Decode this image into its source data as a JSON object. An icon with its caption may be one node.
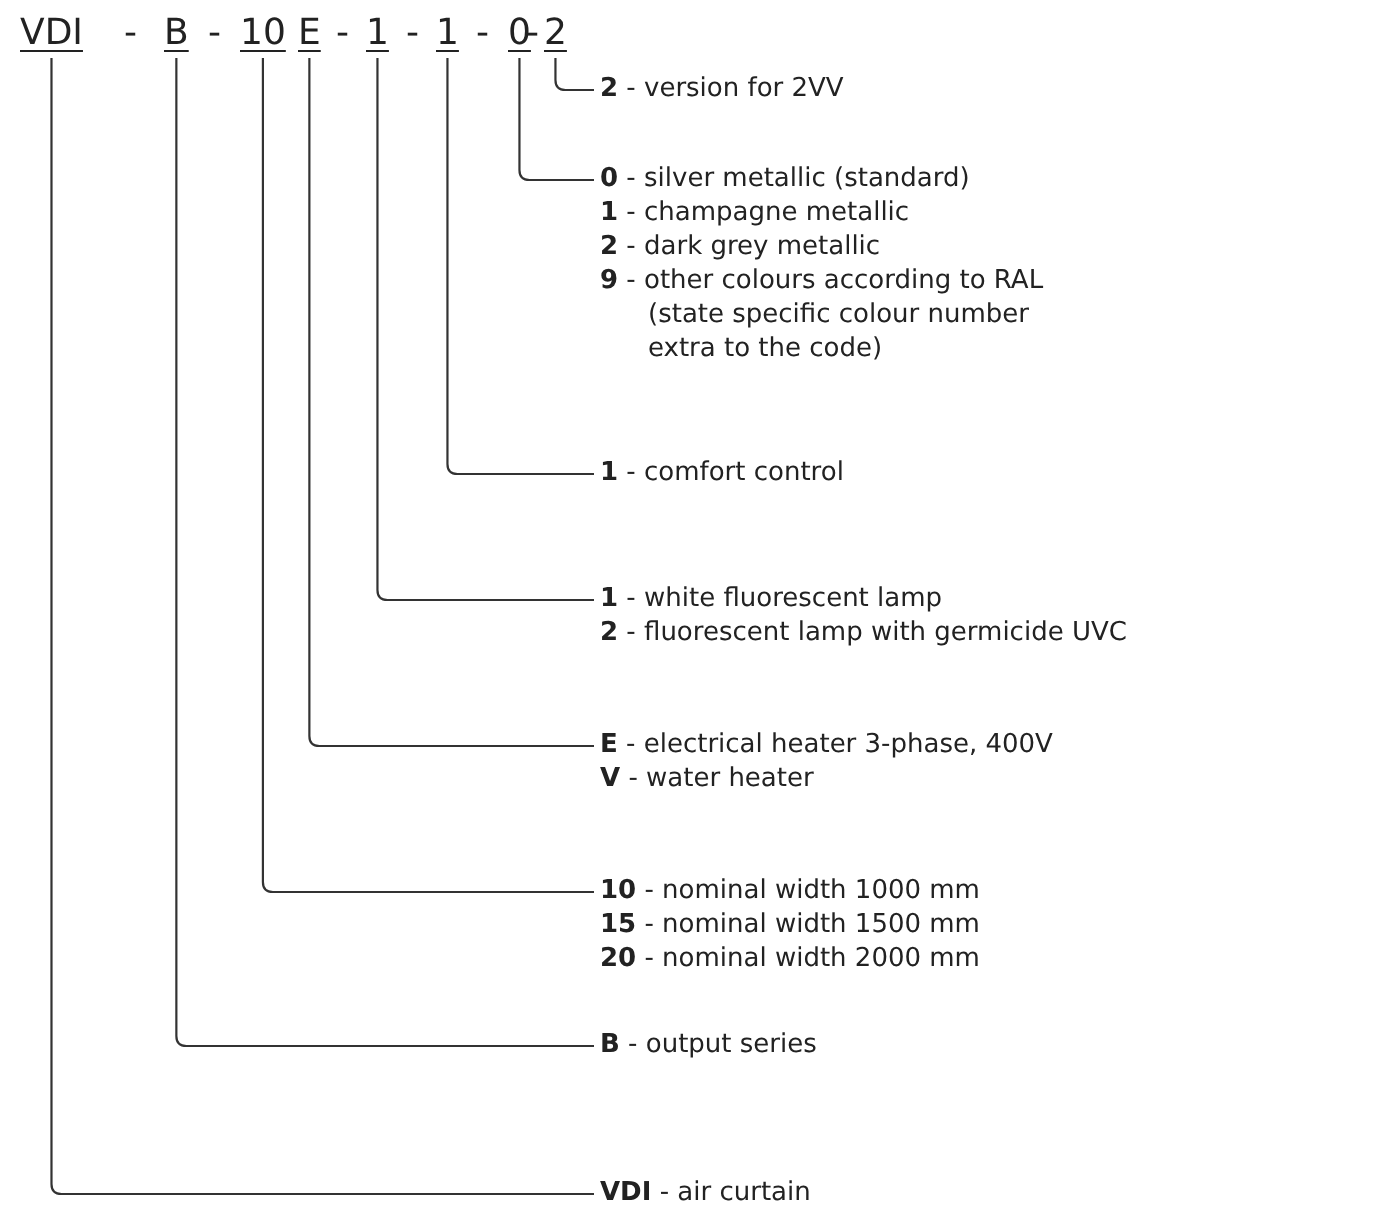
{
  "diagram": {
    "nodes": [
      {
        "text": [
          "VDI"
        ]
      },
      {
        "text": [
          "B"
        ]
      },
      {
        "text": [
          "10"
        ]
      },
      {
        "text": [
          "E"
        ]
      },
      {
        "text": [
          "1"
        ]
      },
      {
        "text": [
          "1"
        ]
      },
      {
        "text": [
          "0"
        ]
      },
      {
        "text": [
          "2"
        ]
      },
      {
        "text": [
          "**2** - version for 2VV"
        ]
      },
      {
        "text": [
          "**0** - silver metallic (standard)",
          "**1** - champagne metallic",
          "**2** - dark grey metallic",
          "**9** - other colours according to RAL (state specific colour number extra to the code)"
        ]
      },
      {
        "text": [
          "**1** - comfort control"
        ]
      },
      {
        "text": [
          "**1** - white fluorescent lamp",
          "**2** - fluorescent lamp with germicide UVC"
        ]
      },
      {
        "text": [
          "**E** - electrical heater 3-phase, 400V",
          "**V** - water heater"
        ]
      },
      {
        "text": [
          "**10** - nominal width 1000 mm",
          "**15** - nominal width 1500 mm",
          "**20** - nominal width 2000 mm"
        ]
      },
      {
        "text": [
          "**B** - output series"
        ]
      },
      {
        "text": [
          "**VDI** - air curtain"
        ]
      }
    ],
    "edges": [
      {
        "from": 7,
        "to": 8,
        "arrow": "none"
      },
      {
        "from": 6,
        "to": 9,
        "arrow": "none"
      },
      {
        "from": 5,
        "to": 10,
        "arrow": "none"
      },
      {
        "from": 4,
        "to": 11,
        "arrow": "none"
      },
      {
        "from": 3,
        "to": 12,
        "arrow": "none"
      },
      {
        "from": 2,
        "to": 13,
        "arrow": "none"
      },
      {
        "from": 1,
        "to": 14,
        "arrow": "none"
      },
      {
        "from": 0,
        "to": 15,
        "arrow": "none"
      }
    ],
    "labels": [
      "-",
      "-",
      "-",
      "-",
      "-",
      "-"
    ]
  }
}
